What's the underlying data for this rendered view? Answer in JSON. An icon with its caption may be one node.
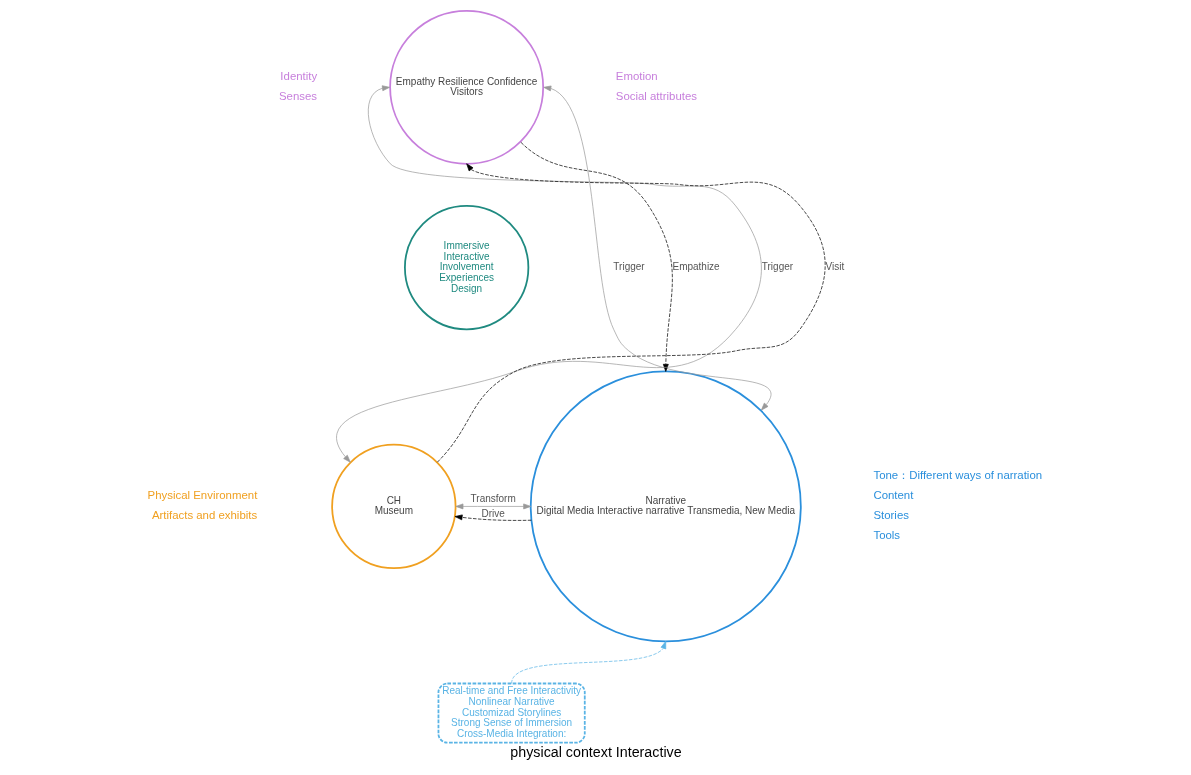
{
  "diagram": {
    "caption": "physical context Interactive",
    "nodes": [
      {
        "text": [
          "Empathy Resilience Confidence",
          "Visitors"
        ],
        "beside": [
          "Identity",
          "Senses",
          "Emotion",
          "Social attributes"
        ]
      },
      {
        "text": [
          "Immersive",
          "Interactive",
          "Involvement",
          "Experiences",
          "Design"
        ]
      },
      {
        "text": [
          "CH",
          "Museum"
        ],
        "beside": [
          "Physical Environment",
          "Artifacts and exhibits"
        ]
      },
      {
        "text": [
          "Narrative",
          "Digital Media Interactive narrative Transmedia, New Media"
        ],
        "beside": [
          "Tone：Different ways of narration",
          "Content",
          "Stories",
          "Tools"
        ]
      },
      {
        "text": [
          "Real-time and Free Interactivity",
          "Nonlinear Narrative",
          "Customizad Storylines",
          "Strong Sense of Immersion",
          "Cross-Media Integration:"
        ]
      }
    ],
    "edges": [
      {
        "from": 2,
        "to": 0,
        "arrow": "both",
        "label": "Trigger",
        "color": "#999999"
      },
      {
        "from": 0,
        "to": 3,
        "arrow": "both",
        "label": "Trigger",
        "color": "#999999"
      },
      {
        "from": 2,
        "to": 3,
        "arrow": "both",
        "label": "Transform",
        "color": "#999999"
      },
      {
        "from": 2,
        "to": 0,
        "arrow": "to",
        "label": "Visit",
        "style": "dashed",
        "color": "#000000"
      },
      {
        "from": 0,
        "to": 3,
        "arrow": "to",
        "label": "Empathize",
        "style": "dashed",
        "color": "#000000"
      },
      {
        "from": 3,
        "to": 2,
        "arrow": "to",
        "label": "Drive",
        "style": "dashed",
        "color": "#000000"
      },
      {
        "from": 4,
        "to": 3,
        "arrow": "to",
        "style": "dashed",
        "color": "#5ab4e5"
      }
    ]
  }
}
